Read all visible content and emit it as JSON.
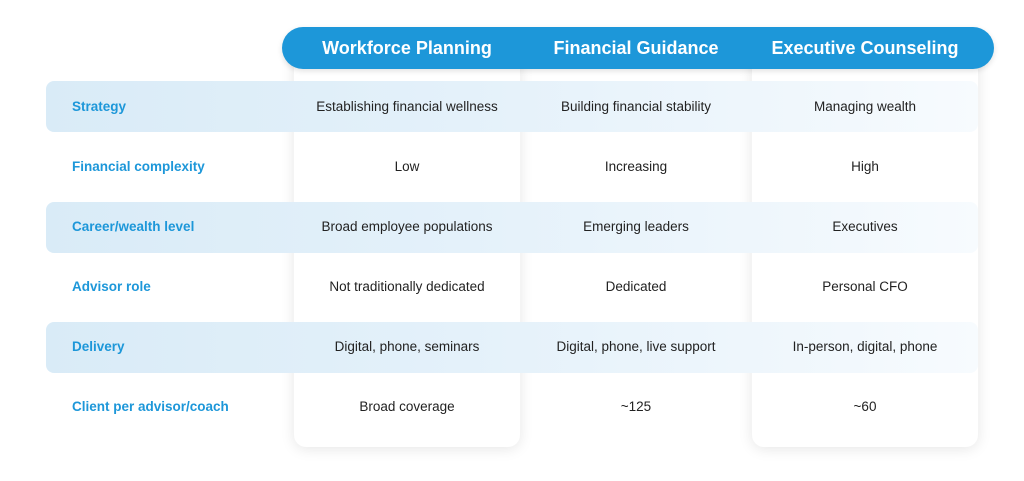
{
  "columns": [
    "Workforce Planning",
    "Financial Guidance",
    "Executive Counseling"
  ],
  "rows": [
    {
      "label": "Strategy",
      "values": [
        "Establishing financial wellness",
        "Building financial stability",
        "Managing wealth"
      ]
    },
    {
      "label": "Financial complexity",
      "values": [
        "Low",
        "Increasing",
        "High"
      ]
    },
    {
      "label": "Career/wealth level",
      "values": [
        "Broad employee populations",
        "Emerging leaders",
        "Executives"
      ]
    },
    {
      "label": "Advisor role",
      "values": [
        "Not traditionally dedicated",
        "Dedicated",
        "Personal CFO"
      ]
    },
    {
      "label": "Delivery",
      "values": [
        "Digital, phone, seminars",
        "Digital, phone, live support",
        "In-person, digital, phone"
      ]
    },
    {
      "label": "Client per advisor/coach",
      "values": [
        "Broad coverage",
        "~125",
        "~60"
      ]
    }
  ],
  "colors": {
    "accent": "#1d97d9",
    "band": "#ddedf8",
    "text": "#222222"
  }
}
